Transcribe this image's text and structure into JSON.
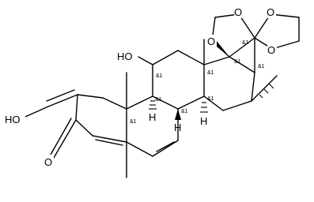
{
  "molecule": {
    "labels": {
      "ho_top": "HO",
      "ho_left": "HO",
      "o_ketone": "O",
      "o_ring_a1": "O",
      "o_ring_a2": "O",
      "o_ring_b1": "O",
      "o_ring_b2": "O",
      "h_9": "H",
      "h_8": "H",
      "h_14": "H"
    },
    "stereo_tag": "&1"
  }
}
